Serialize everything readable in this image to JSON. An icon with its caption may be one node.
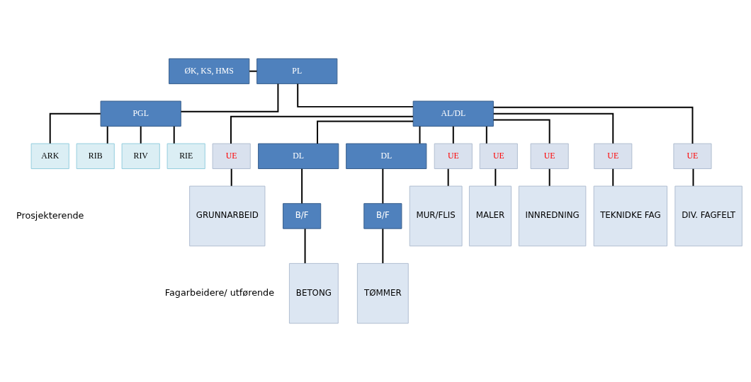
{
  "diagram": {
    "nodes": [
      {
        "text": [
          "ØK, KS, HMS"
        ]
      },
      {
        "text": [
          "PL"
        ]
      },
      {
        "text": [
          "PGL"
        ]
      },
      {
        "text": [
          "AL/DL"
        ]
      },
      {
        "text": [
          "ARK"
        ]
      },
      {
        "text": [
          "RIB"
        ]
      },
      {
        "text": [
          "RIV"
        ]
      },
      {
        "text": [
          "RIE"
        ]
      },
      {
        "text": [
          "UE"
        ]
      },
      {
        "text": [
          "GRUNNARBEID"
        ]
      },
      {
        "text": [
          "DL"
        ]
      },
      {
        "text": [
          "B/F"
        ]
      },
      {
        "text": [
          "BETONG"
        ]
      },
      {
        "text": [
          "DL"
        ]
      },
      {
        "text": [
          "B/F"
        ]
      },
      {
        "text": [
          "TØMMER"
        ]
      },
      {
        "text": [
          "UE"
        ]
      },
      {
        "text": [
          "MUR/FLIS"
        ]
      },
      {
        "text": [
          "UE"
        ]
      },
      {
        "text": [
          "MALER"
        ]
      },
      {
        "text": [
          "UE"
        ]
      },
      {
        "text": [
          "INNREDNING"
        ]
      },
      {
        "text": [
          "UE"
        ]
      },
      {
        "text": [
          "TEKNIDKE FAG"
        ]
      },
      {
        "text": [
          "UE"
        ]
      },
      {
        "text": [
          "DIV. FAGFELT"
        ]
      }
    ],
    "edges": [
      {
        "from": 0,
        "to": 1,
        "arrow": "none"
      },
      {
        "from": 1,
        "to": 2,
        "arrow": "none"
      },
      {
        "from": 1,
        "to": 3,
        "arrow": "none"
      },
      {
        "from": 2,
        "to": 4,
        "arrow": "none"
      },
      {
        "from": 2,
        "to": 5,
        "arrow": "none"
      },
      {
        "from": 2,
        "to": 6,
        "arrow": "none"
      },
      {
        "from": 2,
        "to": 7,
        "arrow": "none"
      },
      {
        "from": 3,
        "to": 8,
        "arrow": "none"
      },
      {
        "from": 3,
        "to": 10,
        "arrow": "none"
      },
      {
        "from": 3,
        "to": 13,
        "arrow": "none"
      },
      {
        "from": 3,
        "to": 16,
        "arrow": "none"
      },
      {
        "from": 3,
        "to": 18,
        "arrow": "none"
      },
      {
        "from": 3,
        "to": 20,
        "arrow": "none"
      },
      {
        "from": 3,
        "to": 22,
        "arrow": "none"
      },
      {
        "from": 3,
        "to": 24,
        "arrow": "none"
      },
      {
        "from": 8,
        "to": 9,
        "arrow": "none"
      },
      {
        "from": 10,
        "to": 11,
        "arrow": "none"
      },
      {
        "from": 11,
        "to": 12,
        "arrow": "none"
      },
      {
        "from": 13,
        "to": 14,
        "arrow": "none"
      },
      {
        "from": 14,
        "to": 15,
        "arrow": "none"
      },
      {
        "from": 16,
        "to": 17,
        "arrow": "none"
      },
      {
        "from": 18,
        "to": 19,
        "arrow": "none"
      },
      {
        "from": 20,
        "to": 21,
        "arrow": "none"
      },
      {
        "from": 22,
        "to": 23,
        "arrow": "none"
      },
      {
        "from": 24,
        "to": 25,
        "arrow": "none"
      }
    ],
    "labels": [
      "Prosjekterende",
      "Fagarbeidere/ utførende"
    ]
  }
}
